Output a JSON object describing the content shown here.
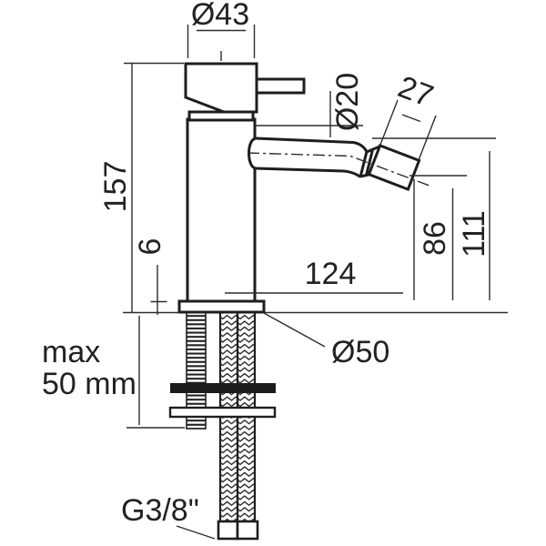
{
  "drawing": {
    "type": "technical-dimension-drawing",
    "subject": "single-lever bidet mixer tap, side elevation with installation dimensions",
    "units": "mm",
    "colors": {
      "line": "#1e1e1e",
      "dimension_line": "#2d2d2d",
      "background": "#ffffff",
      "gasket_fill": "#1c1c1c"
    },
    "labels": {
      "head_diameter": "Ø43",
      "total_height": "157",
      "base_thickness": "6",
      "spout_diameter": "Ø20",
      "aerator_length": "27",
      "spout_reach": "124",
      "outlet_height": "86",
      "spout_top_height": "111",
      "base_plate_diameter": "Ø50",
      "max_deck_line1": "max",
      "max_deck_line2": "50 mm",
      "hose_thread": "G3/8\""
    }
  }
}
